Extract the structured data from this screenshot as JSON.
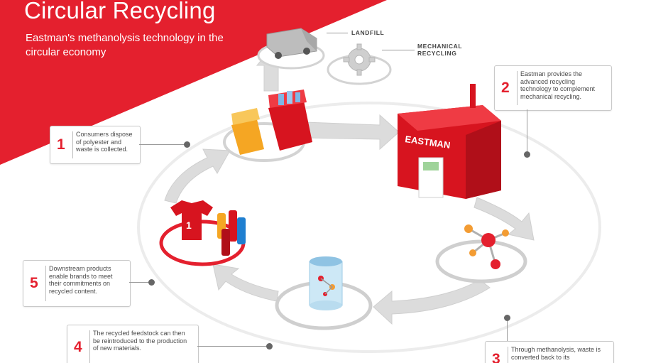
{
  "header": {
    "title": "Circular Recycling",
    "subtitle": "Eastman's methanolysis technology in the circular economy"
  },
  "labels": {
    "landfill": "LANDFILL",
    "mechanical": "MECHANICAL RECYCLING",
    "eastman_brand": "EASTMAN"
  },
  "steps": [
    {
      "number": "1",
      "text": "Consumers dispose of polyester and waste is collected."
    },
    {
      "number": "2",
      "text": "Eastman provides the advanced recycling technology to complement mechanical recycling."
    },
    {
      "number": "3",
      "text": "Through methanolysis, waste is converted back to its"
    },
    {
      "number": "4",
      "text": "The recycled feedstock can then be reintroduced to the production of new materials."
    },
    {
      "number": "5",
      "text": "Downstream products enable brands to meet their commitments on recycled content."
    }
  ],
  "colors": {
    "brand_red": "#e4202e",
    "arrow_gray": "#d9d9d9",
    "text_gray": "#4a4a4a"
  }
}
